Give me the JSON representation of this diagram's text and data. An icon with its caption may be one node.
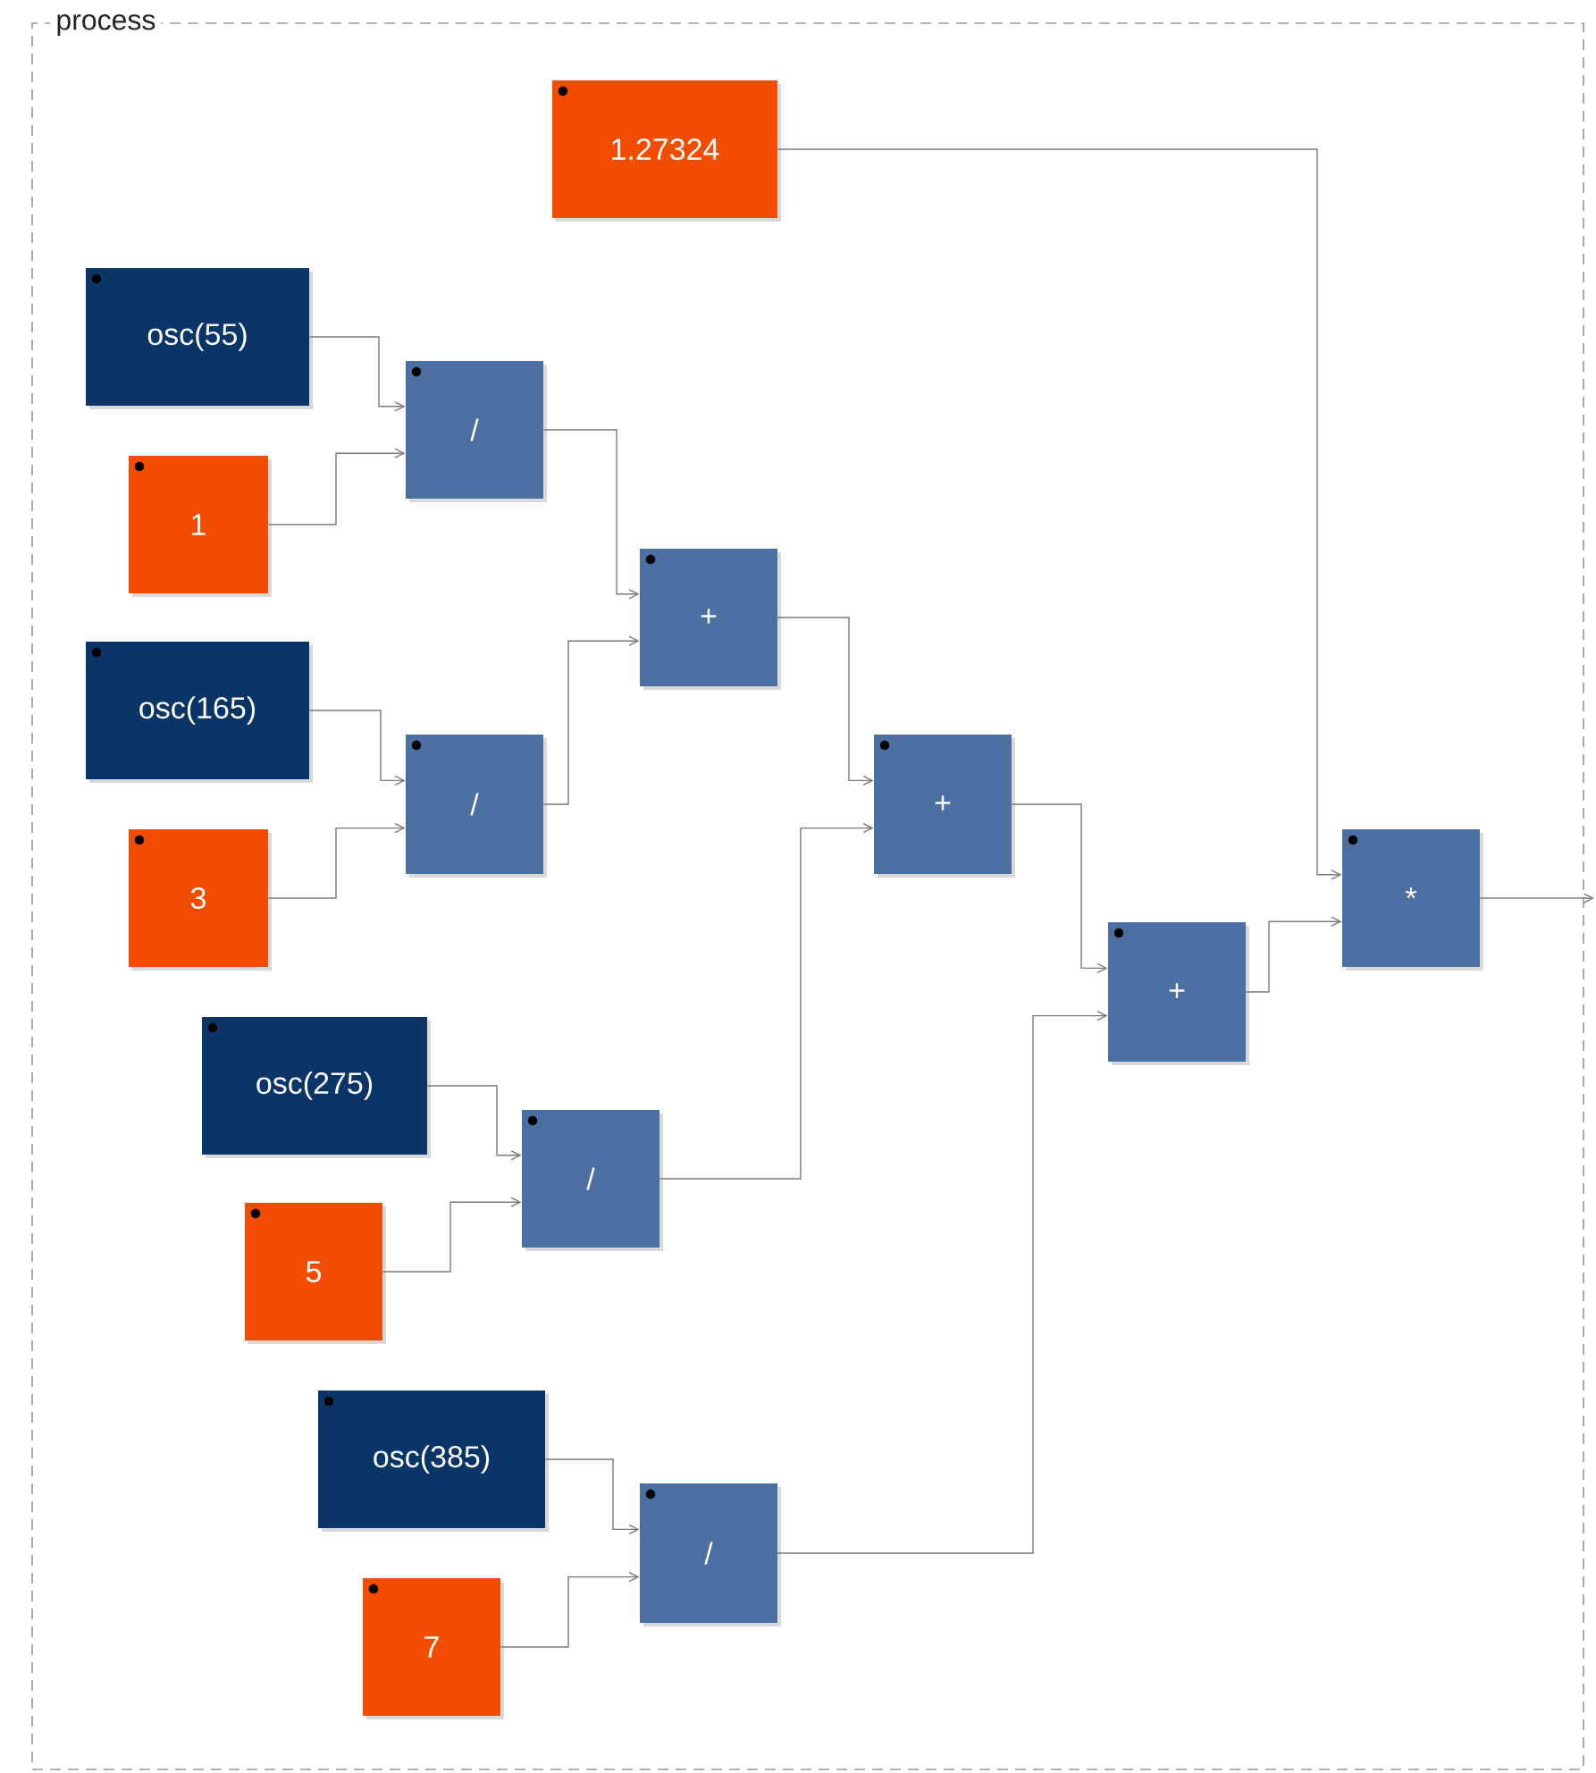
{
  "diagram": {
    "nodes": [
      {
        "text": [
          "process"
        ]
      },
      {
        "text": [
          "1.27324"
        ],
        "in": 0
      },
      {
        "text": [
          "osc(55)"
        ],
        "in": 0
      },
      {
        "text": [
          "/"
        ],
        "in": 0
      },
      {
        "text": [
          "1"
        ],
        "in": 0
      },
      {
        "text": [
          "+"
        ],
        "in": 0
      },
      {
        "text": [
          "osc(165)"
        ],
        "in": 0
      },
      {
        "text": [
          "/"
        ],
        "in": 0
      },
      {
        "text": [
          "3"
        ],
        "in": 0
      },
      {
        "text": [
          "+"
        ],
        "in": 0
      },
      {
        "text": [
          "osc(275)"
        ],
        "in": 0
      },
      {
        "text": [
          "/"
        ],
        "in": 0
      },
      {
        "text": [
          "5"
        ],
        "in": 0
      },
      {
        "text": [
          "+"
        ],
        "in": 0
      },
      {
        "text": [
          "osc(385)"
        ],
        "in": 0
      },
      {
        "text": [
          "/"
        ],
        "in": 0
      },
      {
        "text": [
          "7"
        ],
        "in": 0
      },
      {
        "text": [
          "*"
        ],
        "in": 0
      }
    ],
    "edges": [
      {
        "from": 2,
        "to": 3,
        "arrow": "to"
      },
      {
        "from": 4,
        "to": 3,
        "arrow": "to"
      },
      {
        "from": 3,
        "to": 5,
        "arrow": "to"
      },
      {
        "from": 7,
        "to": 5,
        "arrow": "to"
      },
      {
        "from": 6,
        "to": 7,
        "arrow": "to"
      },
      {
        "from": 8,
        "to": 7,
        "arrow": "to"
      },
      {
        "from": 5,
        "to": 9,
        "arrow": "to"
      },
      {
        "from": 11,
        "to": 9,
        "arrow": "to"
      },
      {
        "from": 10,
        "to": 11,
        "arrow": "to"
      },
      {
        "from": 12,
        "to": 11,
        "arrow": "to"
      },
      {
        "from": 9,
        "to": 13,
        "arrow": "to"
      },
      {
        "from": 15,
        "to": 13,
        "arrow": "to"
      },
      {
        "from": 14,
        "to": 15,
        "arrow": "to"
      },
      {
        "from": 16,
        "to": 15,
        "arrow": "to"
      },
      {
        "from": 1,
        "to": 17,
        "arrow": "to"
      },
      {
        "from": 13,
        "to": 17,
        "arrow": "to"
      },
      {
        "from": 17,
        "to": null,
        "arrow": "to"
      }
    ]
  }
}
